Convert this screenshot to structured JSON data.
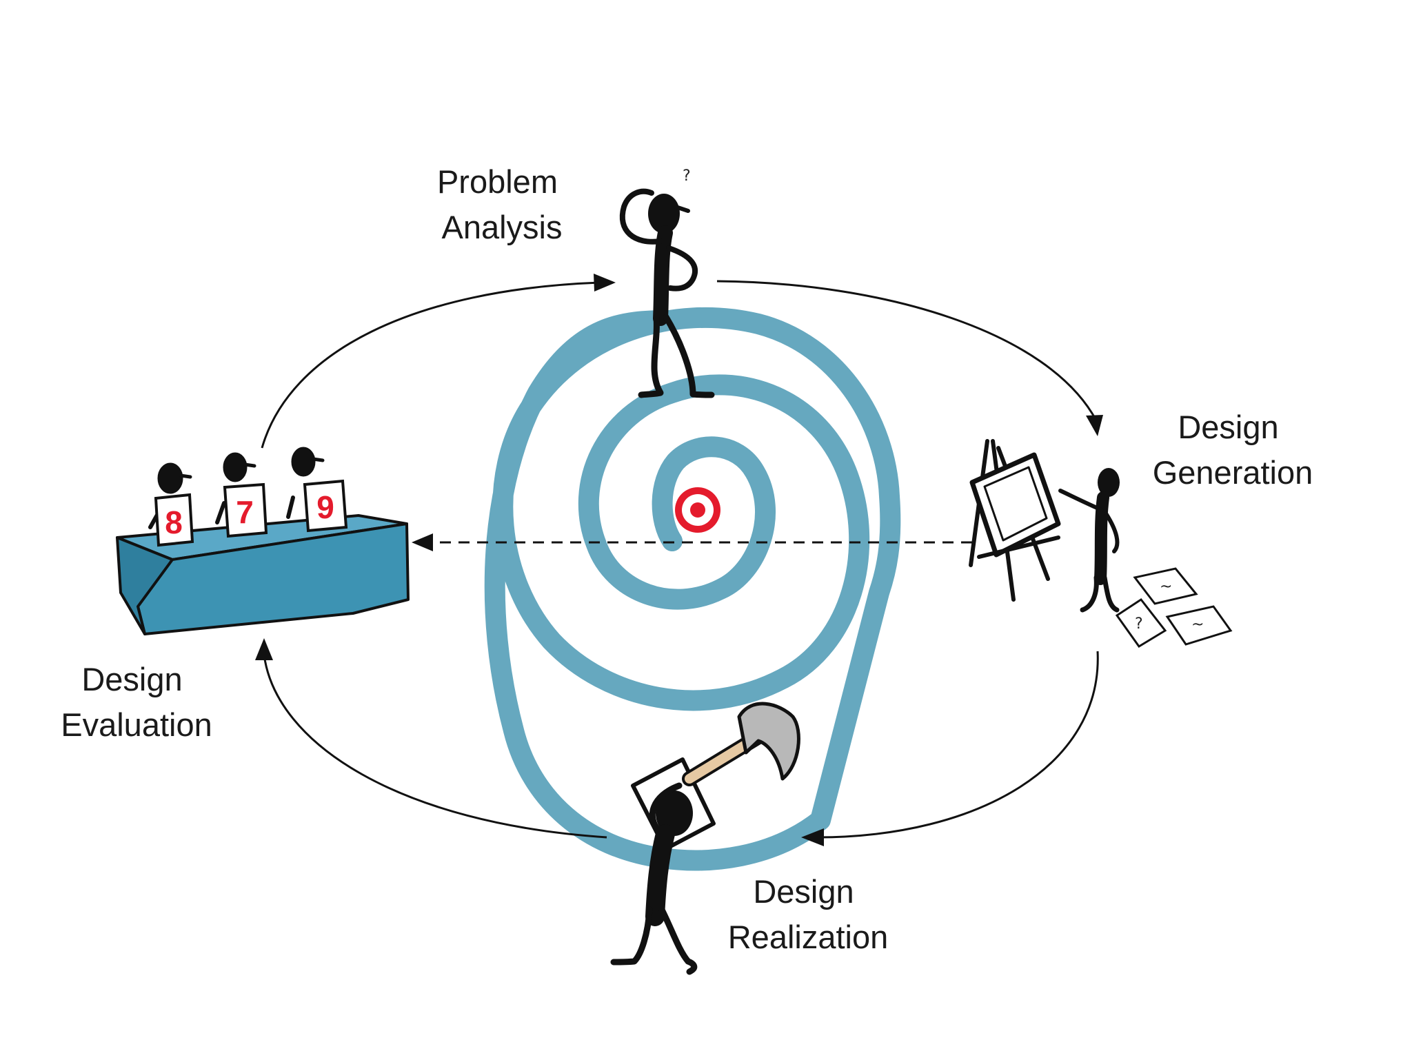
{
  "diagram": {
    "stages": [
      {
        "id": "problem-analysis",
        "lines": [
          "Problem",
          "Analysis"
        ]
      },
      {
        "id": "design-generation",
        "lines": [
          "Design",
          "Generation"
        ]
      },
      {
        "id": "design-realization",
        "lines": [
          "Design",
          "Realization"
        ]
      },
      {
        "id": "design-evaluation",
        "lines": [
          "Design",
          "Evaluation"
        ]
      }
    ],
    "judge_scores": [
      "8",
      "7",
      "9"
    ],
    "thinker_mark": "?",
    "sketch_marks": [
      "~",
      "?",
      "~"
    ],
    "colors": {
      "spiral": "#66a8bf",
      "table": "#3d93b3",
      "target": "#e41b2c",
      "ink": "#111111",
      "handle": "#e6c9a3",
      "hammer_head": "#b8b8b8"
    }
  }
}
